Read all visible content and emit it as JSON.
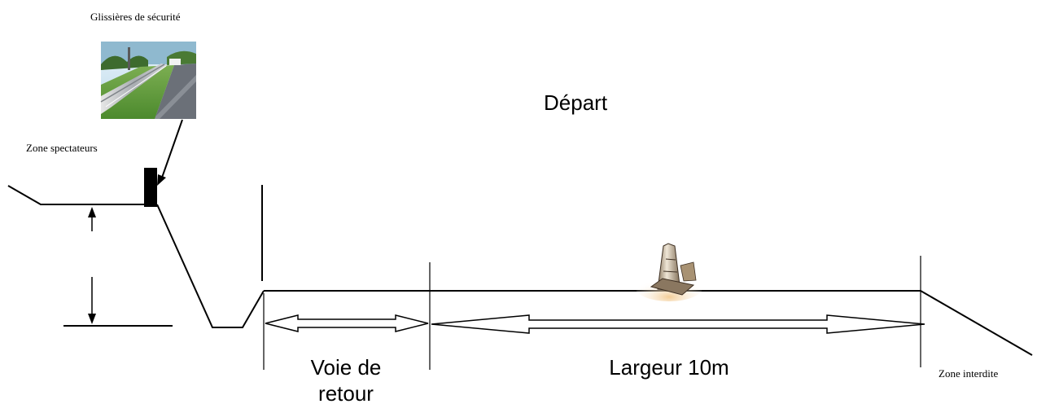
{
  "labels": {
    "rails_title": "Glissières de sécurité",
    "spectators_zone": "Zone spectateurs",
    "start": "Départ",
    "return_lane_line1": "Voie de",
    "return_lane_line2": "retour",
    "width": "Largeur 10m",
    "forbidden_zone": "Zone interdite"
  },
  "colors": {
    "line": "#000000",
    "grass": "#5f9e3a",
    "sky": "#cfe6f3",
    "road": "#6b7078",
    "cone": "#b9a58a"
  }
}
